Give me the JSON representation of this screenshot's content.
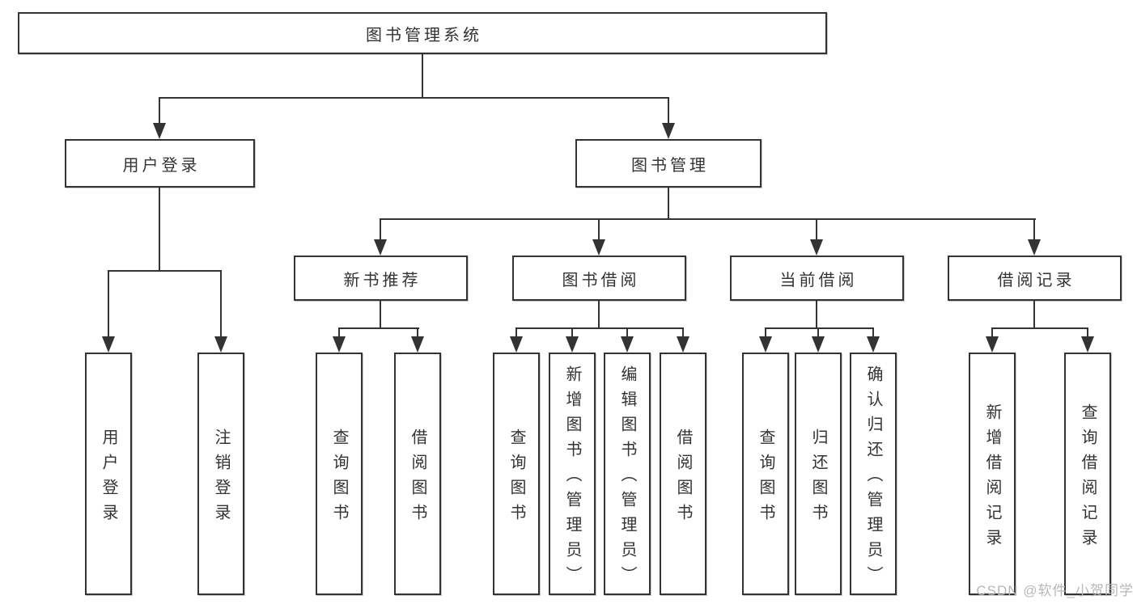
{
  "colors": {
    "line": "#333333",
    "box_border": "#333333",
    "text": "#333333",
    "watermark": "#b7b7b7",
    "background": "#ffffff"
  },
  "watermark": {
    "text": "CSDN @软件_小贺同学"
  },
  "diagram": {
    "type": "hierarchy-tree",
    "root": {
      "label": "图书管理系统"
    },
    "level2": [
      {
        "label": "用户登录"
      },
      {
        "label": "图书管理"
      }
    ],
    "level3": [
      {
        "label": "新书推荐",
        "parent": "图书管理"
      },
      {
        "label": "图书借阅",
        "parent": "图书管理"
      },
      {
        "label": "当前借阅",
        "parent": "图书管理"
      },
      {
        "label": "借阅记录",
        "parent": "图书管理"
      }
    ],
    "leaves": [
      {
        "label": "用户登录",
        "parent": "用户登录"
      },
      {
        "label": "注销登录",
        "parent": "用户登录"
      },
      {
        "label": "查询图书",
        "parent": "新书推荐"
      },
      {
        "label": "借阅图书",
        "parent": "新书推荐"
      },
      {
        "label": "查询图书",
        "parent": "图书借阅"
      },
      {
        "label": "新增图书（管理员）",
        "parent": "图书借阅"
      },
      {
        "label": "编辑图书（管理员）",
        "parent": "图书借阅"
      },
      {
        "label": "借阅图书",
        "parent": "图书借阅"
      },
      {
        "label": "查询图书",
        "parent": "当前借阅"
      },
      {
        "label": "归还图书",
        "parent": "当前借阅"
      },
      {
        "label": "确认归还（管理员）",
        "parent": "当前借阅"
      },
      {
        "label": "新增借阅记录",
        "parent": "借阅记录"
      },
      {
        "label": "查询借阅记录",
        "parent": "借阅记录"
      }
    ]
  }
}
